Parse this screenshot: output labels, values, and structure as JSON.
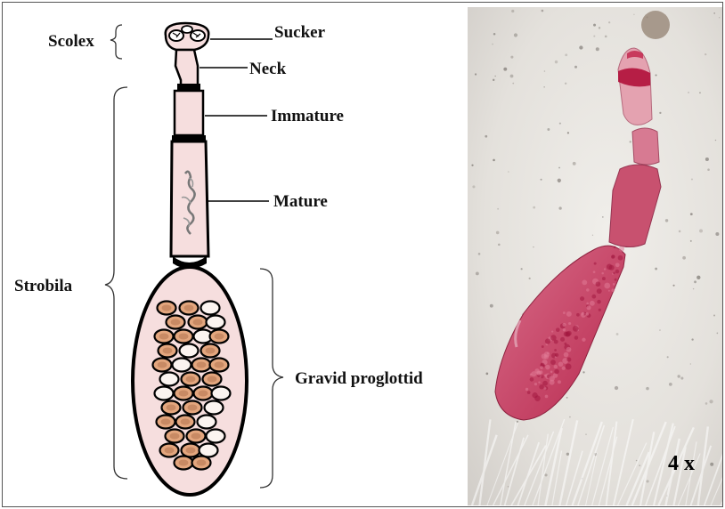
{
  "figure": {
    "labels": {
      "scolex": "Scolex",
      "sucker": "Sucker",
      "neck": "Neck",
      "immature": "Immature",
      "mature": "Mature",
      "strobila": "Strobila",
      "gravid": "Gravid proglottid"
    },
    "magnification": "4 x"
  },
  "colors": {
    "segment_fill": "#f6dede",
    "segment_outline": "#000000",
    "egg_fill": "#e3a67e",
    "photo_background": "#e6e3de",
    "specimen_stain": "#c23a5e",
    "specimen_scolex_band": "#b0103a"
  }
}
